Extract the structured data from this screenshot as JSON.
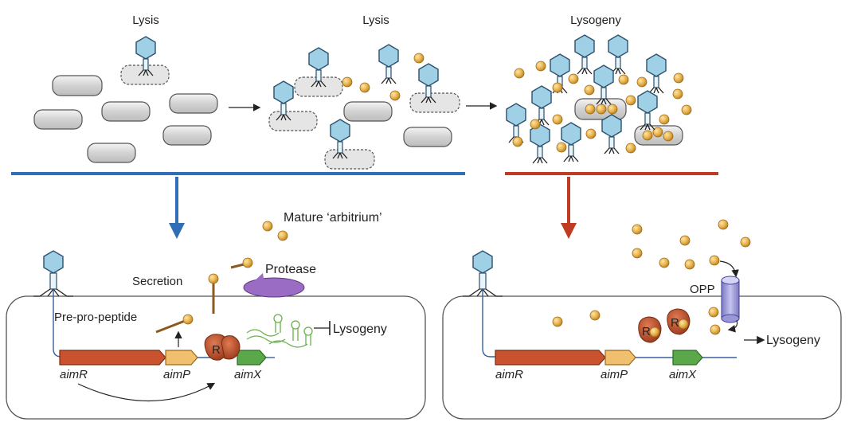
{
  "stages": [
    {
      "label": "Lysis"
    },
    {
      "label": "Lysis"
    },
    {
      "label": "Lysogeny"
    }
  ],
  "left_panel": {
    "mature_label": "Mature ‘arbitrium’",
    "protease_label": "Protease",
    "secretion_label": "Secretion",
    "prepro_label": "Pre-pro-peptide",
    "lysogeny_label": "Lysogeny",
    "receptor_letter": "R",
    "genes": [
      "aimR",
      "aimP",
      "aimX"
    ]
  },
  "right_panel": {
    "opp_label": "OPP",
    "lysogeny_label": "Lysogeny",
    "receptor_letter": "R",
    "genes": [
      "aimR",
      "aimP",
      "aimX"
    ]
  },
  "colors": {
    "blue_branch": "#2f6fb5",
    "red_branch": "#c13a22",
    "peptide": "#e8b04a",
    "aimR_gene": "#c8532e",
    "aimP_gene": "#f0c070",
    "aimX_gene": "#5aa84a",
    "phage": "#9fd0e6",
    "protease": "#9b6cc4",
    "opp": "#9a97d6"
  }
}
